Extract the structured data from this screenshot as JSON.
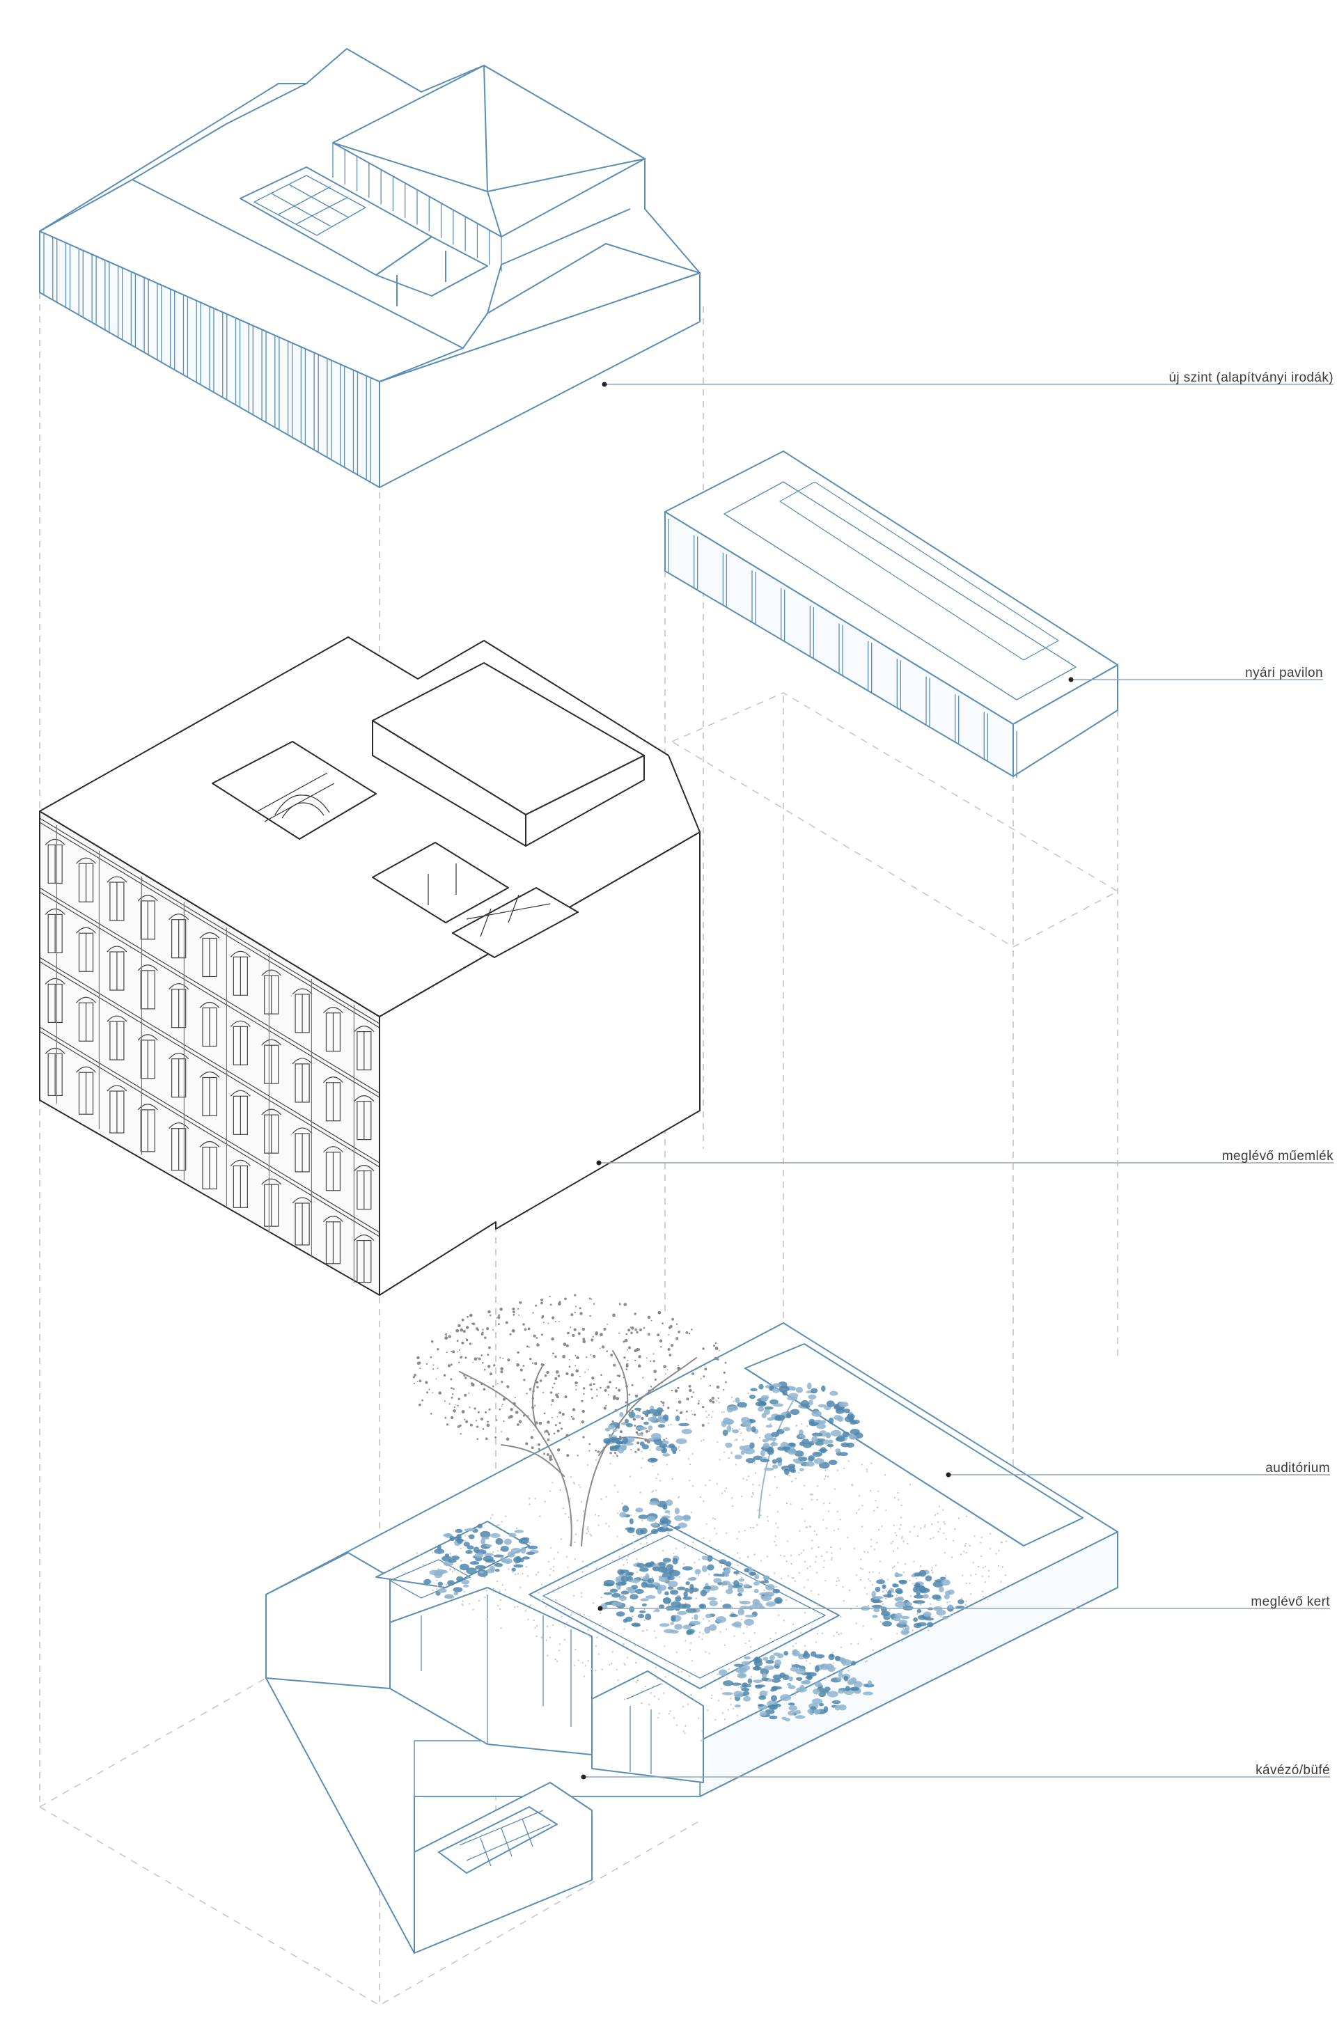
{
  "diagram": {
    "labels": [
      {
        "id": "new-level",
        "text": "új szint (alapítványi irodák)"
      },
      {
        "id": "summer-pavilion",
        "text": "nyári pavilon"
      },
      {
        "id": "existing-monument",
        "text": "meglévő műemlék"
      },
      {
        "id": "auditorium",
        "text": "auditórium"
      },
      {
        "id": "existing-garden",
        "text": "meglévő kert"
      },
      {
        "id": "cafe",
        "text": "kávézó/büfé"
      }
    ],
    "colors": {
      "blue_line": "#5b8db5",
      "dark_line": "#2b2b2b",
      "guide_line": "#b9b9b9",
      "leader_line": "#8ea6bb",
      "foliage": "#4f86ad",
      "foliage_light": "#8fb4cf",
      "tree_gray": "#8a8a8a"
    }
  }
}
